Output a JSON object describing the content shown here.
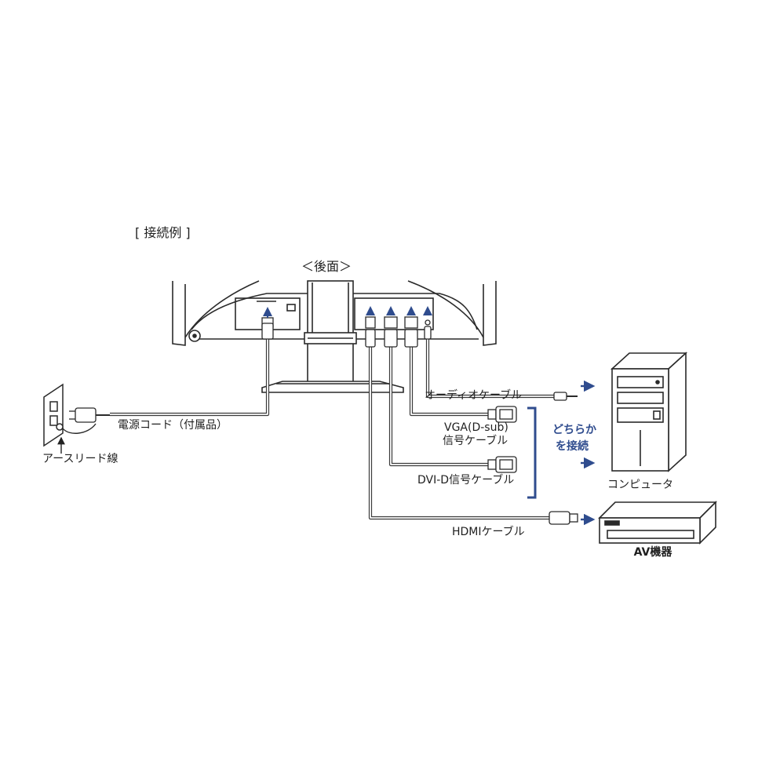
{
  "title": "[ 接続例 ]",
  "view_label": "＜後面＞",
  "cables": {
    "power": "電源コード（付属品）",
    "earth": "アースリード線",
    "audio": "オーディオケーブル",
    "vga_line1": "VGA(D-sub)",
    "vga_line2": "信号ケーブル",
    "dvi": "DVI-D信号ケーブル",
    "hdmi": "HDMIケーブル"
  },
  "either_line1": "どちらか",
  "either_line2": "を接続",
  "devices": {
    "computer": "コンピュータ",
    "av": "AV機器"
  },
  "colors": {
    "accent_blue": "#2f4c8e",
    "line": "#2a2a2a",
    "cable": "#3a3a3a"
  }
}
